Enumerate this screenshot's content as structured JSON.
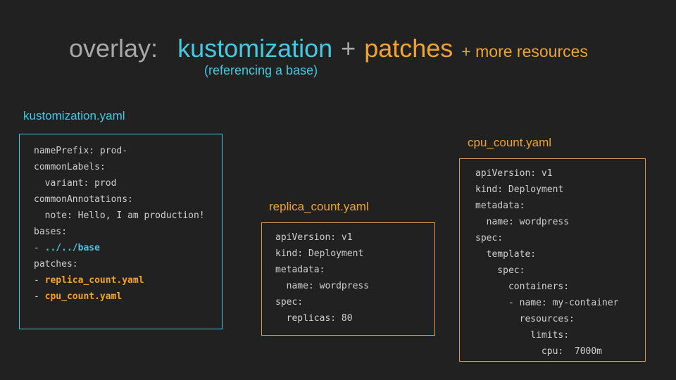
{
  "slide": {
    "background_color": "#212121",
    "accent_cyan": "#46c8e0",
    "accent_orange": "#f0a232",
    "text_gray": "#a8a8a8",
    "code_text_color": "#cfcfcf"
  },
  "title": {
    "overlay": "overlay:",
    "kustomization": "kustomization",
    "plus": "+",
    "patches": "patches",
    "more": "+ more resources",
    "subtitle": "(referencing a base)"
  },
  "boxes": [
    {
      "id": "kustomization",
      "label": "kustomization.yaml",
      "accent": "#46c8e0",
      "lines": [
        [
          {
            "text": "namePrefix: prod-"
          }
        ],
        [
          {
            "text": "commonLabels:"
          }
        ],
        [
          {
            "text": "  variant: prod"
          }
        ],
        [
          {
            "text": "commonAnnotations:"
          }
        ],
        [
          {
            "text": "  note: Hello, I am production!"
          }
        ],
        [
          {
            "text": "bases:"
          }
        ],
        [
          {
            "text": "- "
          },
          {
            "text": "../../base",
            "color": "cyan",
            "bold": true
          }
        ],
        [
          {
            "text": "patches:"
          }
        ],
        [
          {
            "text": "- "
          },
          {
            "text": "replica_count.yaml",
            "color": "orange",
            "bold": true
          }
        ],
        [
          {
            "text": "- "
          },
          {
            "text": "cpu_count.yaml",
            "color": "orange",
            "bold": true
          }
        ]
      ]
    },
    {
      "id": "replica-count",
      "label": "replica_count.yaml",
      "accent": "#f0a232",
      "lines": [
        [
          {
            "text": "apiVersion: v1"
          }
        ],
        [
          {
            "text": "kind: Deployment"
          }
        ],
        [
          {
            "text": "metadata:"
          }
        ],
        [
          {
            "text": "  name: wordpress"
          }
        ],
        [
          {
            "text": "spec:"
          }
        ],
        [
          {
            "text": "  replicas: 80"
          }
        ]
      ]
    },
    {
      "id": "cpu-count",
      "label": "cpu_count.yaml",
      "accent": "#f0a232",
      "lines": [
        [
          {
            "text": "apiVersion: v1"
          }
        ],
        [
          {
            "text": "kind: Deployment"
          }
        ],
        [
          {
            "text": "metadata:"
          }
        ],
        [
          {
            "text": "  name: wordpress"
          }
        ],
        [
          {
            "text": "spec:"
          }
        ],
        [
          {
            "text": "  template:"
          }
        ],
        [
          {
            "text": "    spec:"
          }
        ],
        [
          {
            "text": "      containers:"
          }
        ],
        [
          {
            "text": "      - name: my-container"
          }
        ],
        [
          {
            "text": "        resources:"
          }
        ],
        [
          {
            "text": "          limits:"
          }
        ],
        [
          {
            "text": "            cpu:  7000m"
          }
        ]
      ]
    }
  ]
}
